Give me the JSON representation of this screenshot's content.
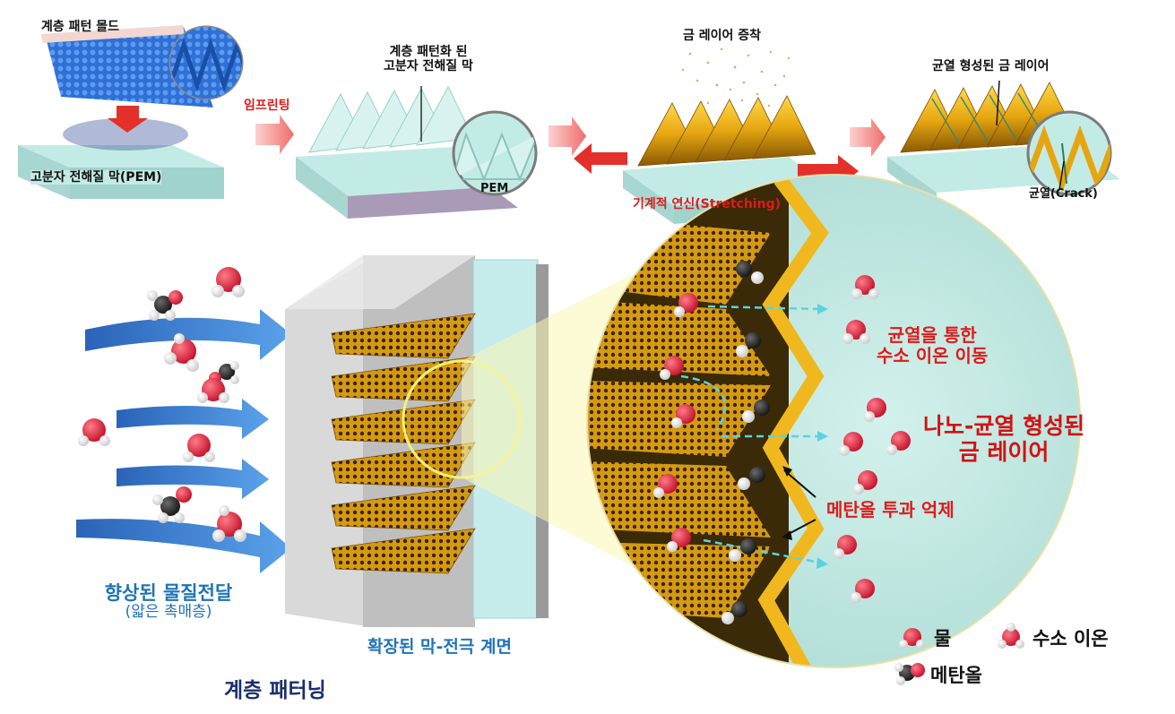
{
  "top_process": {
    "mold_label": "계층 패턴 몰드",
    "pem_label": "고분자 전해질 막(PEM)",
    "imprinting_label": "임프린팅",
    "patterned_pem_label_line1": "계층 패턴화 된",
    "patterned_pem_label_line2": "고분자 전해질 막",
    "pem_zoom_label": "PEM",
    "gold_deposition_label": "금 레이어 증착",
    "stretching_label": "기계적 연신(Stretching)",
    "cracked_gold_label": "균열 형성된 금 레이어",
    "crack_label": "균열(Crack)"
  },
  "bottom_panel": {
    "enhanced_transport_line1": "향상된 물질전달",
    "enhanced_transport_line2": "(얇은 촉매층)",
    "interface_label": "확장된 막-전극 계면",
    "hierarchical_patterning_label": "계층 패터닝",
    "proton_transport_line1": "균열을 통한",
    "proton_transport_line2": "수소 이온 이동",
    "nanocrack_line1": "나노-균열 형성된",
    "nanocrack_line2": "금 레이어",
    "methanol_block_label": "메탄올 투과 억제"
  },
  "legend": {
    "water": "물",
    "proton": "수소 이온",
    "methanol": "메탄올"
  },
  "colors": {
    "gold": "#e7a812",
    "pem_cyan": "#c6ebe6",
    "mold_blue": "#2f6fd6",
    "arrow_blue": "#3b86d8",
    "red_text": "#e01a1a",
    "blue_text": "#1f73b8"
  }
}
